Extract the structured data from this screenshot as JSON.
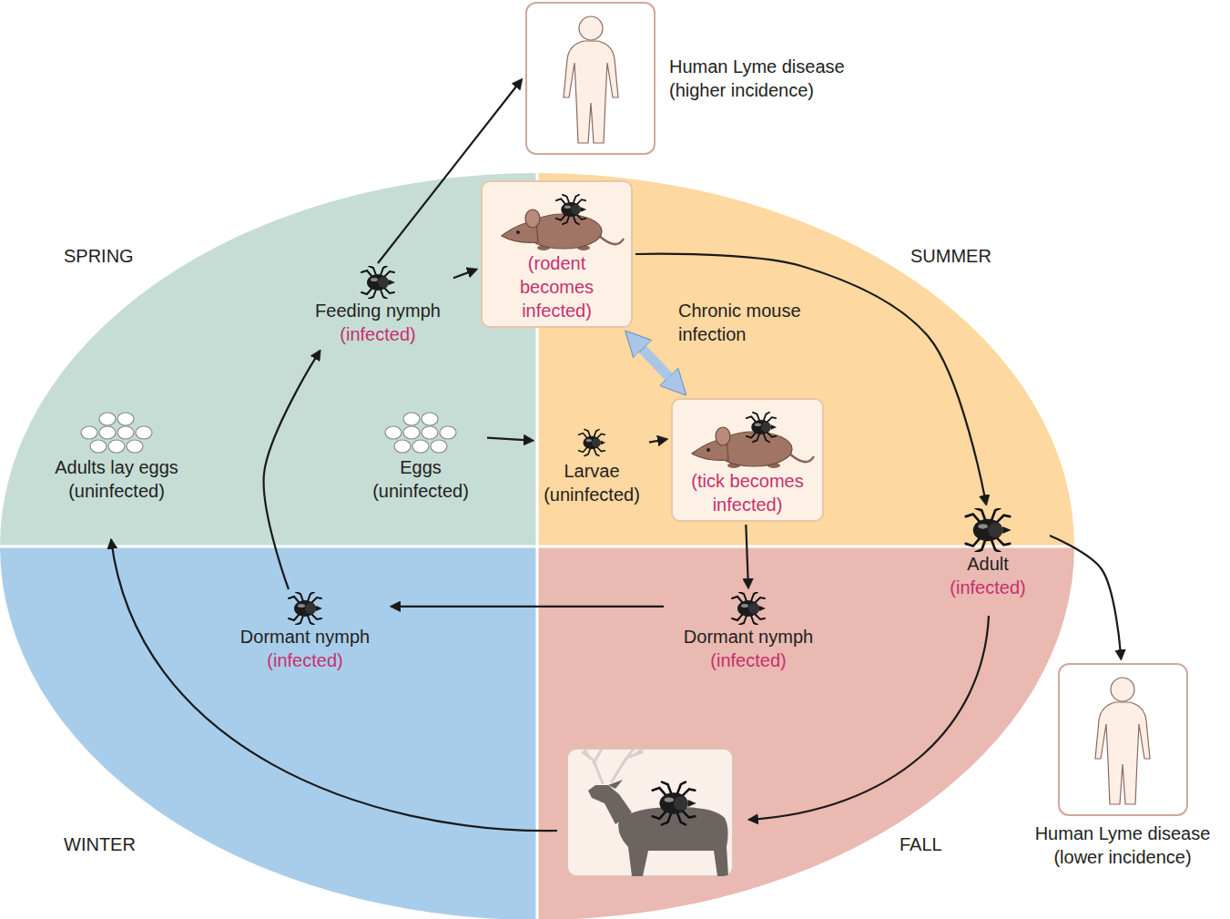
{
  "diagram": {
    "nodes": [
      {
        "text": [
          "Human Lyme disease (higher incidence)"
        ]
      },
      {
        "text": [
          "Feeding nymph",
          "(infected)"
        ]
      },
      {
        "text": [
          "(rodent becomes infected)"
        ]
      },
      {
        "text": [
          "Adults lay eggs (uninfected)"
        ]
      },
      {
        "text": [
          "Eggs (uninfected)"
        ]
      },
      {
        "text": [
          "Larvae (uninfected)"
        ]
      },
      {
        "text": [
          "(tick becomes infected)"
        ]
      },
      {
        "text": [
          "Adult",
          "(infected)"
        ]
      },
      {
        "text": [
          "Dormant nymph",
          "(infected)"
        ]
      },
      {
        "text": [
          "Dormant nymph",
          "(infected)"
        ]
      },
      {
        "text": [
          "Human Lyme disease (lower incidence)"
        ]
      }
    ],
    "edges": [
      {
        "from": 1,
        "to": 0,
        "arrow": "to"
      },
      {
        "from": 1,
        "to": 2,
        "arrow": "to"
      },
      {
        "from": 2,
        "to": 7,
        "arrow": "to"
      },
      {
        "from": 2,
        "to": 6,
        "label": "Chronic mouse infection",
        "arrow": "both"
      },
      {
        "from": 4,
        "to": 5,
        "arrow": "to"
      },
      {
        "from": 5,
        "to": 6,
        "arrow": "to"
      },
      {
        "from": 6,
        "to": 9,
        "arrow": "to"
      },
      {
        "from": 9,
        "to": 8,
        "arrow": "to"
      },
      {
        "from": 8,
        "to": 1,
        "arrow": "to"
      },
      {
        "from": 7,
        "to": 10,
        "arrow": "to"
      }
    ],
    "labels": [
      "SPRING",
      "SUMMER",
      "WINTER",
      "FALL"
    ]
  }
}
